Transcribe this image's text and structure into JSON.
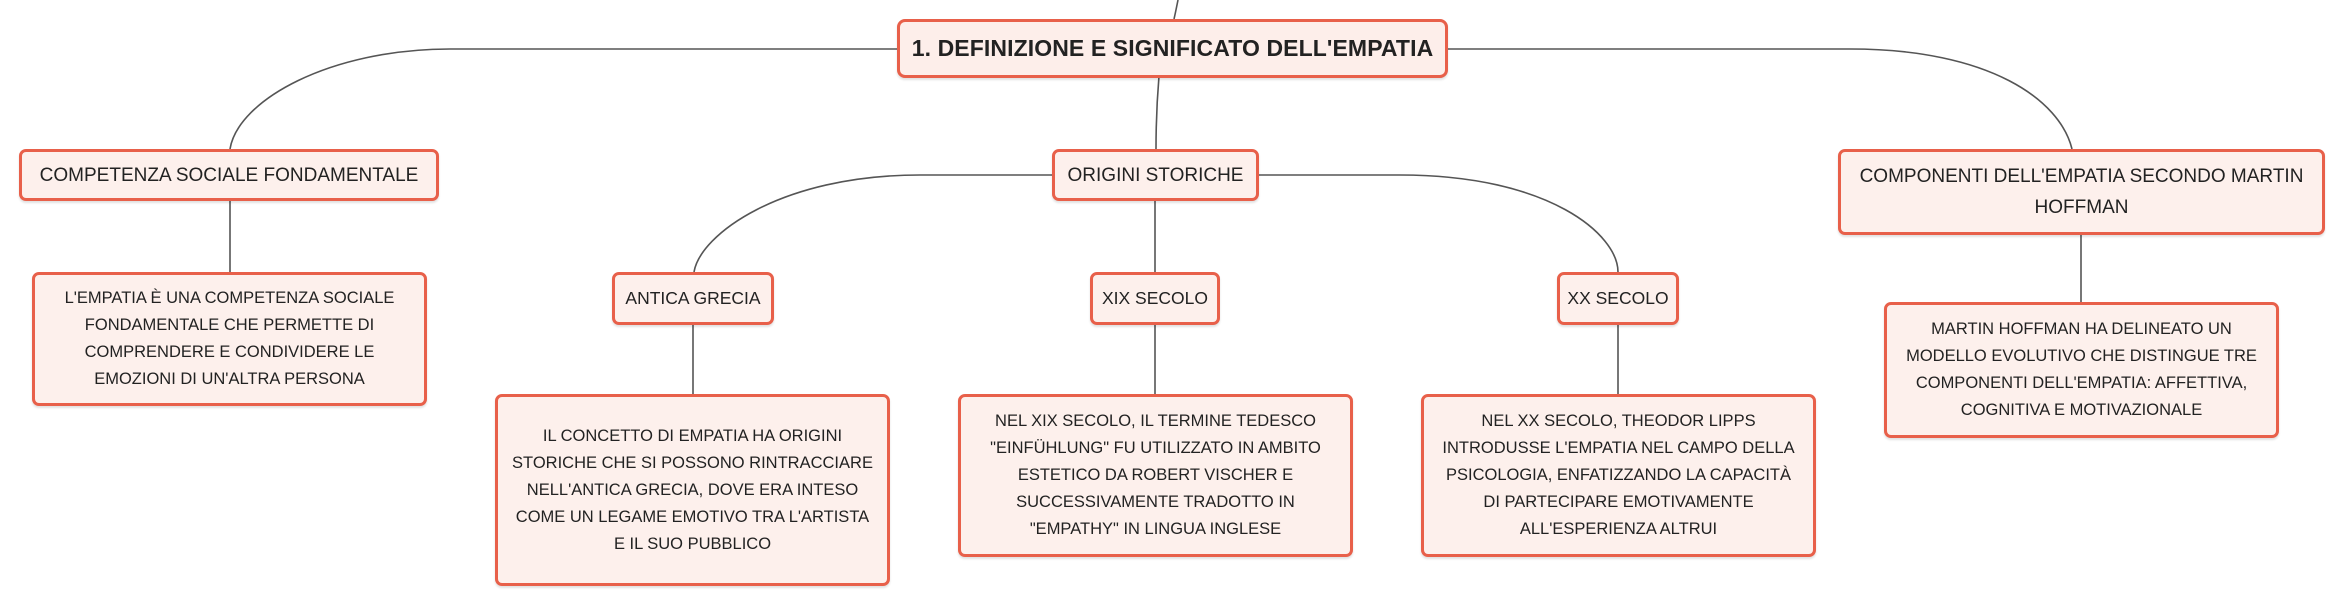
{
  "colors": {
    "node_border": "#e8604a",
    "node_fill": "#fdf0ec",
    "line": "#555555",
    "text": "#222222"
  },
  "map": {
    "root": {
      "label": "1. DEFINIZIONE E SIGNIFICATO DELL'EMPATIA"
    },
    "branches": [
      {
        "label": "COMPETENZA SOCIALE FONDAMENTALE",
        "note": "L'EMPATIA È UNA COMPETENZA SOCIALE FONDAMENTALE CHE PERMETTE DI COMPRENDERE E CONDIVIDERE LE EMOZIONI DI UN'ALTRA PERSONA"
      },
      {
        "label": "ORIGINI STORICHE",
        "children": [
          {
            "label": "ANTICA GRECIA",
            "note": "IL CONCETTO DI EMPATIA HA ORIGINI STORICHE CHE SI POSSONO RINTRACCIARE NELL'ANTICA GRECIA, DOVE ERA INTESO COME UN LEGAME EMOTIVO TRA L'ARTISTA E IL SUO PUBBLICO"
          },
          {
            "label": "XIX SECOLO",
            "note": "NEL XIX SECOLO, IL TERMINE TEDESCO \"EINFÜHLUNG\" FU UTILIZZATO IN AMBITO ESTETICO DA ROBERT VISCHER E SUCCESSIVAMENTE TRADOTTO IN \"EMPATHY\" IN LINGUA INGLESE"
          },
          {
            "label": "XX SECOLO",
            "note": "NEL XX SECOLO, THEODOR LIPPS INTRODUSSE L'EMPATIA NEL CAMPO DELLA PSICOLOGIA, ENFATIZZANDO LA CAPACITÀ DI PARTECIPARE EMOTIVAMENTE ALL'ESPERIENZA ALTRUI"
          }
        ]
      },
      {
        "label": "COMPONENTI DELL'EMPATIA SECONDO MARTIN HOFFMAN",
        "note": "MARTIN HOFFMAN HA DELINEATO UN MODELLO EVOLUTIVO CHE DISTINGUE TRE COMPONENTI DELL'EMPATIA: AFFETTIVA, COGNITIVA E MOTIVAZIONALE"
      }
    ]
  }
}
